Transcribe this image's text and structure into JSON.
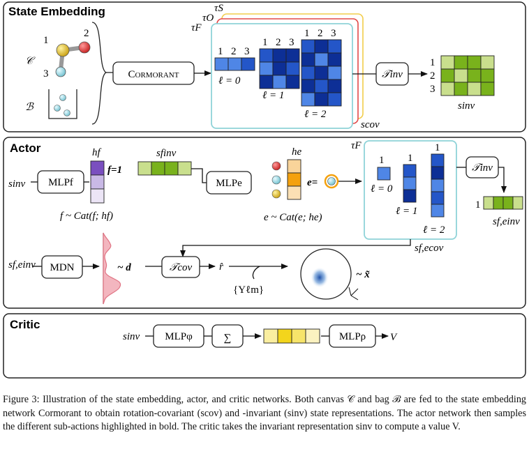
{
  "panels": {
    "state_embedding": "State Embedding",
    "actor": "Actor",
    "critic": "Critic"
  },
  "state_embedding": {
    "atom_labels": [
      "1",
      "2",
      "3"
    ],
    "canvas_symbol": "𝒞",
    "bag_symbol": "ℬ",
    "network": "Cormorant",
    "tau_labels": [
      "τF",
      "τO",
      "τS"
    ],
    "indices": [
      "1",
      "2",
      "3"
    ],
    "ell_labels": [
      "ℓ = 0",
      "ℓ = 1",
      "ℓ = 2"
    ],
    "s_cov": "scov",
    "t_inv": "𝒯inv",
    "row_labels": [
      "1",
      "2",
      "3"
    ],
    "s_inv": "sinv"
  },
  "actor": {
    "s_inv_in": "sinv",
    "mlp_f": "MLPf",
    "h_f": "hf",
    "f_eq": "f=1",
    "f_dist": "f ~ Cat(f; hf)",
    "s_f_inv": "sfinv",
    "mlp_e": "MLPe",
    "h_e": "he",
    "e_eq": "e=",
    "e_dist": "e ~ Cat(e; he)",
    "tau_f": "τF",
    "one_labels": [
      "1",
      "1",
      "1"
    ],
    "ell_labels": [
      "ℓ = 0",
      "ℓ = 1",
      "ℓ = 2"
    ],
    "t_inv": "𝒯inv",
    "one_row": "1",
    "s_fe_inv": "sf,einv",
    "s_fe_cov": "sf,ecov",
    "s_fe_inv_in": "sf,einv",
    "mdn": "MDN",
    "d": "~ d",
    "t_cov": "𝒯cov",
    "r_hat": "r̂",
    "y_lm": "{Yℓm}",
    "x_tilde": "~ x̃"
  },
  "critic": {
    "s_inv": "sinv",
    "mlp_phi": "MLPφ",
    "sum": "∑",
    "mlp_rho": "MLPρ",
    "v": "V"
  },
  "caption": {
    "label": "Figure 3:",
    "text": "Illustration of the state embedding, actor, and critic networks. Both canvas 𝒞 and bag ℬ are fed to the state embedding network Cormorant to obtain rotation-covariant (scov) and -invariant (sinv) state representations. The actor network then samples the different sub-actions highlighted in bold. The critic takes the invariant representation sinv to compute a value V."
  },
  "colors": {
    "blue_light": "#4f86e6",
    "blue_mid": "#2456c8",
    "blue_dark": "#0d2f96",
    "teal": "#8fd3d8",
    "green_light": "#c9df8d",
    "green_dark": "#79b21c",
    "purple": "#7a4fbf",
    "orange": "#f4a10e",
    "yellow": "#f3d51c",
    "pink": "#e89aa6",
    "red_atom": "#d42a2a",
    "gold_atom": "#d9b820",
    "cyan_atom": "#8fd3dd"
  }
}
